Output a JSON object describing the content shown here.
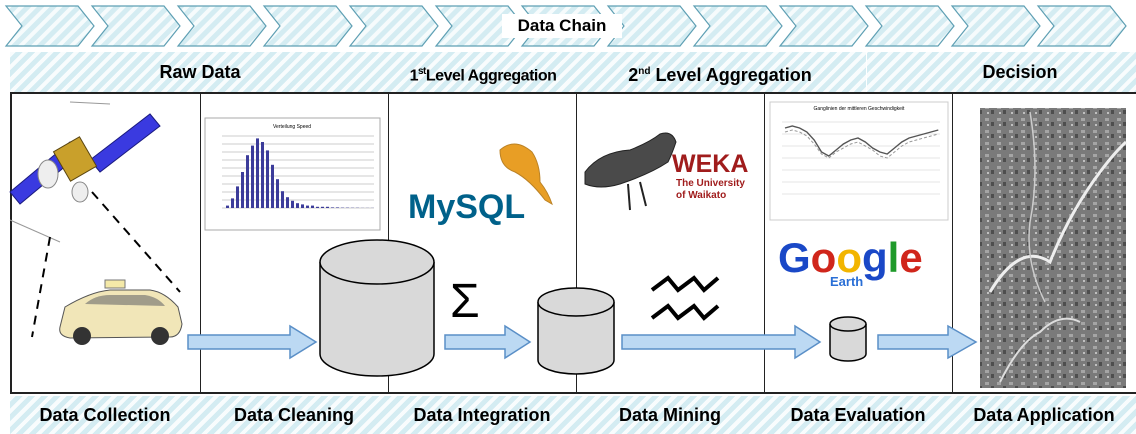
{
  "chain_title": "Data Chain",
  "stages": [
    "Raw Data",
    "1st Level Aggregation",
    "2nd Level Aggregation",
    "Decision"
  ],
  "stage_superscripts": [
    "st",
    "nd"
  ],
  "steps": [
    "Data Collection",
    "Data Cleaning",
    "Data Integration",
    "Data Mining",
    "Data Evaluation",
    "Data Application"
  ],
  "mysql_logo": "MySQL",
  "weka_logo": {
    "name": "WEKA",
    "line1": "The University",
    "line2": "of Waikato"
  },
  "google_earth_logo": {
    "word": "Google",
    "sub": "Earth"
  },
  "histogram_title": "Verteilung Speed",
  "linechart_title": "Ganglinien der mittleren Geschwindigkeit",
  "sigma_symbol": "Σ",
  "colors": {
    "hatch": "#d4ecf2",
    "arrow_fill": "#bcd9f3",
    "arrow_stroke": "#5a8fc7",
    "frame": "#222222"
  }
}
